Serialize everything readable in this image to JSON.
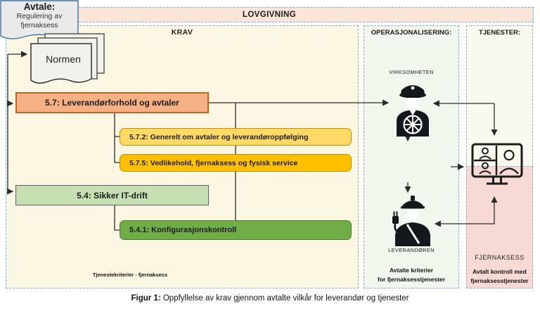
{
  "banner": {
    "label": "LOVGIVNING"
  },
  "columns": {
    "krav": {
      "header": "KRAV",
      "normen_label": "Normen",
      "boxes": [
        {
          "id": "5.7",
          "label": "5.7: Leverandørforhold og avtaler"
        },
        {
          "id": "5.7.2",
          "label": "5.7.2: Generelt om avtaler og leverandøroppfølging"
        },
        {
          "id": "5.7.5",
          "label": "5.7.5: Vedlikehold, fjernaksess og fysisk service"
        },
        {
          "id": "5.4",
          "label": "5.4: Sikker IT-drift"
        },
        {
          "id": "5.4.1",
          "label": "5.4.1: Konfigurasjonskontroll"
        }
      ],
      "caption": "Tjenestekriterier - fjernaksess"
    },
    "operasjonalisering": {
      "header": "OPERASJONALISERING:",
      "actor_top_label": "VIRKSOMHETEN",
      "avtale": {
        "title": "Avtale:",
        "line1": "Regulering av",
        "line2": "fjernaksess"
      },
      "actor_bottom_label": "LEVERANDØREN",
      "caption_line1": "Avtalte kriterier",
      "caption_line2": "for fjernaksesstjenester"
    },
    "tjenester": {
      "header": "TJENESTER:",
      "service_label": "FJERNAKSESS",
      "caption_line1": "Avtalt kontroll med",
      "caption_line2": "fjernaksesstjenester"
    }
  },
  "figure_caption": {
    "prefix": "Figur 1:",
    "text": " Oppfyllelse av krav gjennom avtalte vilkår for leverandør og tjenester"
  },
  "icons": {
    "normen": "document-stack-icon",
    "virksomheten": "ship-captain-icon",
    "leverandoren": "electrician-worker-icon",
    "fjernaksess": "video-conference-monitor-icon"
  },
  "colors": {
    "banner_bg": "#fbe5d8",
    "krav_bg": "#fcf7e3",
    "op_bg": "#f2f7ed",
    "tj_bg": "#f9f9f0",
    "tj_pink_bg": "#f7d9d6",
    "dashed_border": "#7fadde",
    "box_57": "#f5b183",
    "box_572": "#ffd966",
    "box_575": "#ffc000",
    "box_54": "#c6e0b4",
    "box_541": "#70ad47",
    "connector": "#2b2b2b"
  }
}
